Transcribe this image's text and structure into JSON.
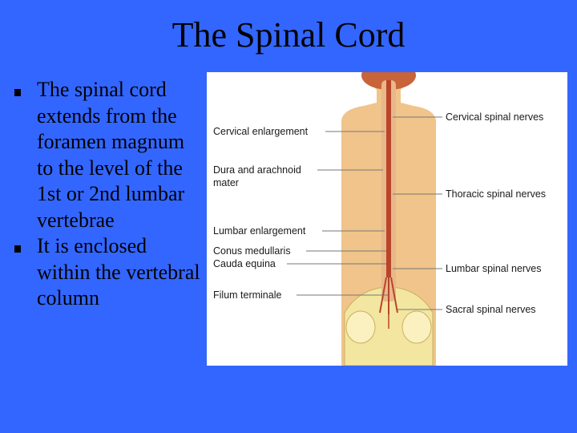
{
  "slide": {
    "title": "The Spinal Cord",
    "bullets": [
      "The spinal cord extends from the foramen magnum to the level of the 1st or 2nd lumbar vertebrae",
      "It is enclosed within the vertebral column"
    ]
  },
  "figure": {
    "left_labels": [
      "Cervical enlargement",
      "Dura and arachnoid",
      "mater",
      "Lumbar enlargement",
      "Conus medullaris",
      "Cauda equina",
      "Filum terminale"
    ],
    "right_labels": [
      "Cervical spinal nerves",
      "Thoracic spinal nerves",
      "Lumbar spinal nerves",
      "Sacral spinal nerves"
    ]
  },
  "colors": {
    "background": "#3366ff",
    "skin": "#f0c48a",
    "bone": "#f3e6a0",
    "cord": "#b8452a"
  }
}
